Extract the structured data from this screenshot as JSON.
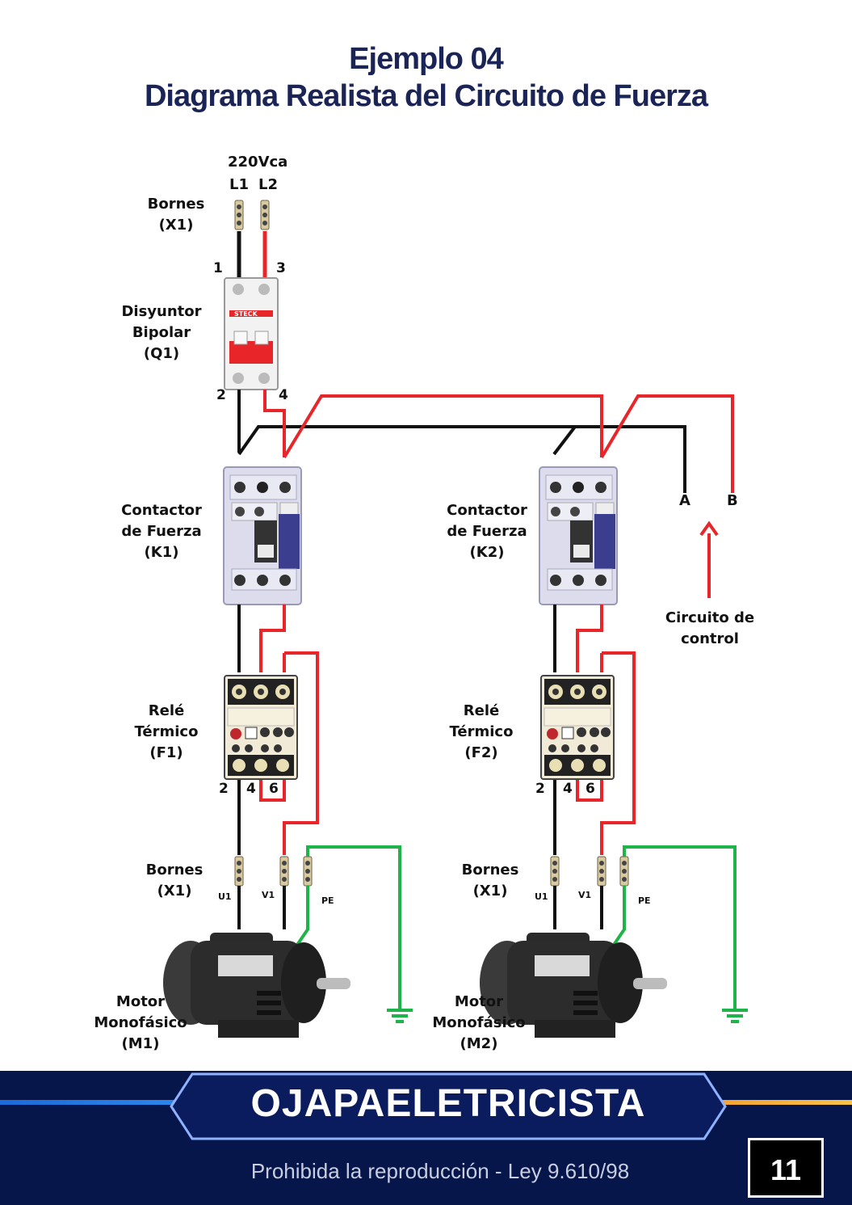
{
  "title": {
    "line1": "Ejemplo 04",
    "line2": "Diagrama Realista  del Circuito de Fuerza"
  },
  "supply": {
    "voltage": "220Vca",
    "l1": "L1",
    "l2": "L2"
  },
  "labels": {
    "bornes_top": "Bornes\n(X1)",
    "disyuntor": "Disyuntor\nBipolar\n(Q1)",
    "contactor_k1": "Contactor\nde Fuerza\n(K1)",
    "contactor_k2": "Contactor\nde Fuerza\n(K2)",
    "rele_f1": "Relé\nTérmico\n(F1)",
    "rele_f2": "Relé\nTérmico\n(F2)",
    "bornes_m1": "Bornes\n(X1)",
    "bornes_m2": "Bornes\n(X1)",
    "motor_m1": "Motor\nMonofásico\n(M1)",
    "motor_m2": "Motor\nMonofásico\n(M2)",
    "control": "Circuito de\ncontrol",
    "a": "A",
    "b": "B"
  },
  "terminals": {
    "q1_in_1": "1",
    "q1_in_3": "3",
    "q1_out_2": "2",
    "q1_out_4": "4",
    "f_out_2": "2",
    "f_out_4": "4",
    "f_out_6": "6",
    "u1": "U1",
    "v1": "V1",
    "pe": "PE"
  },
  "breaker_brand": "STECK",
  "footer": {
    "brand": "OJAPAELETRICISTA",
    "copyright": "Prohibida la reproducción - Ley 9.610/98",
    "page": "11"
  },
  "colors": {
    "title": "#1a2456",
    "wire_red": "#e8262a",
    "wire_black": "#111111",
    "wire_green": "#1fb44a",
    "footer_bg": "#06164a"
  }
}
